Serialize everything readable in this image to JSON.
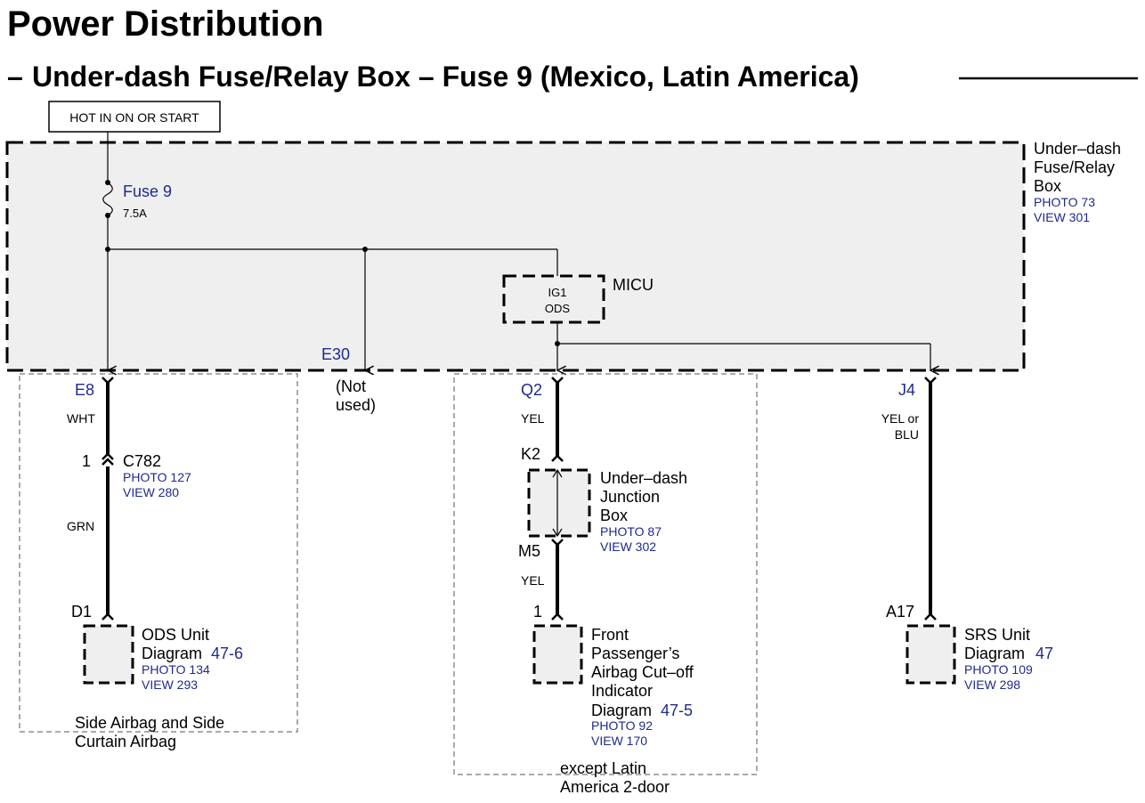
{
  "title": "Power Distribution",
  "subtitle_prefix": "–",
  "subtitle": "Under-dash Fuse/Relay Box – Fuse 9 (Mexico, Latin America)",
  "power_source": "HOT IN ON OR START",
  "fuse_box": {
    "name_lines": [
      "Under–dash",
      "Fuse/Relay",
      "Box"
    ],
    "photo": "PHOTO 73",
    "view": "VIEW 301"
  },
  "fuse": {
    "label": "Fuse 9",
    "rating": "7.5A"
  },
  "micu": {
    "label": "MICU",
    "inner_lines": [
      "IG1",
      "ODS"
    ]
  },
  "terminals": {
    "e8": "E8",
    "e30": "E30",
    "e30_note": [
      "(Not",
      "used)"
    ],
    "q2": "Q2",
    "j4": "J4"
  },
  "left_branch": {
    "wire_top": "WHT",
    "connector_pin": "1",
    "connector": "C782",
    "connector_photo": "PHOTO 127",
    "connector_view": "VIEW 280",
    "wire_bottom": "GRN",
    "device_pin": "D1",
    "device_lines": [
      "ODS Unit",
      "Diagram"
    ],
    "device_diagram": "47-6",
    "device_photo": "PHOTO 134",
    "device_view": "VIEW 293",
    "group_lines": [
      "Side Airbag and Side",
      "Curtain Airbag"
    ]
  },
  "middle_branch": {
    "wire_top": "YEL",
    "junction_pin_in": "K2",
    "junction_lines": [
      "Under–dash",
      "Junction",
      "Box"
    ],
    "junction_photo": "PHOTO 87",
    "junction_view": "VIEW 302",
    "junction_pin_out": "M5",
    "wire_bottom": "YEL",
    "device_pin": "1",
    "device_lines": [
      "Front",
      "Passenger’s",
      "Airbag Cut–off",
      "Indicator",
      "Diagram"
    ],
    "device_diagram": "47-5",
    "device_photo": "PHOTO 92",
    "device_view": "VIEW 170",
    "group_lines": [
      "except Latin",
      "America 2-door"
    ]
  },
  "right_branch": {
    "wire_lines": [
      "YEL or",
      "BLU"
    ],
    "device_pin": "A17",
    "device_lines": [
      "SRS Unit",
      "Diagram"
    ],
    "device_diagram": "47",
    "device_photo": "PHOTO 109",
    "device_view": "VIEW 298"
  }
}
